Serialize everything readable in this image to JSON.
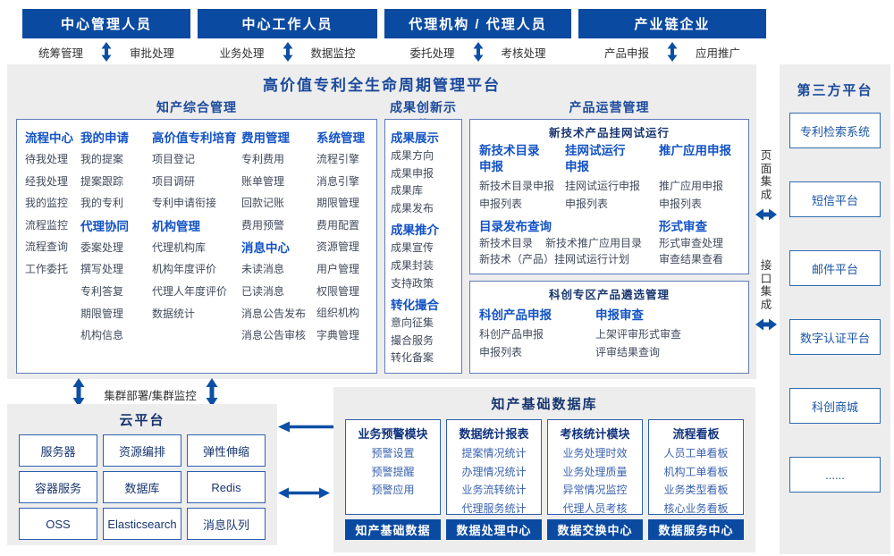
{
  "colors": {
    "bar": "#0a4aa1",
    "accent": "#1b4a9c",
    "bright": "#1353c5",
    "navy": "#17356f",
    "item": "#414b5c",
    "data_item": "#3a62af",
    "border": "#2e5fae",
    "box_border": "#5f7cbd",
    "panel": "#ededed",
    "arrow": "#0c4fa5"
  },
  "actors": [
    {
      "title": "中心管理人员",
      "left": "统筹管理",
      "right": "审批处理"
    },
    {
      "title": "中心工作人员",
      "left": "业务处理",
      "right": "数据监控"
    },
    {
      "title": "代理机构 / 代理人员",
      "left": "委托处理",
      "right": "考核处理"
    },
    {
      "title": "产业链企业",
      "left": "产品申报",
      "right": "应用推广"
    }
  ],
  "platform": {
    "title": "高价值专利全生命周期管理平台",
    "ip": {
      "label": "知产综合管理",
      "columns": [
        {
          "groups": [
            {
              "header": "流程中心",
              "items": [
                "待我处理",
                "经我处理",
                "我的监控",
                "流程监控",
                "流程查询",
                "工作委托"
              ]
            }
          ]
        },
        {
          "groups": [
            {
              "header": "我的申请",
              "items": [
                "我的提案",
                "提案跟踪",
                "我的专利"
              ]
            },
            {
              "header": "代理协同",
              "items": [
                "委案处理",
                "撰写处理",
                "专利答复",
                "期限管理",
                "机构信息"
              ]
            }
          ]
        },
        {
          "groups": [
            {
              "header": "高价值专利培育",
              "items": [
                "项目登记",
                "项目调研",
                "专利申请衔接"
              ]
            },
            {
              "header": "机构管理",
              "items": [
                "代理机构库",
                "机构年度评价",
                "代理人年度评价",
                "数据统计"
              ]
            }
          ]
        },
        {
          "groups": [
            {
              "header": "费用管理",
              "items": [
                "专利费用",
                "账单管理",
                "回款记账",
                "费用预警"
              ]
            },
            {
              "header": "消息中心",
              "items": [
                "未读消息",
                "已读消息",
                "消息公告发布",
                "消息公告审核"
              ]
            }
          ]
        },
        {
          "groups": [
            {
              "header": "系统管理",
              "items": [
                "流程引擎",
                "消息引擎",
                "期限管理",
                "费用配置",
                "资源管理",
                "用户管理",
                "权限管理",
                "组织机构",
                "字典管理"
              ]
            }
          ]
        }
      ]
    },
    "achievement": {
      "label": "成果创新示范",
      "groups": [
        {
          "header": "成果展示",
          "items": [
            "成果方向",
            "成果申报",
            "成果库",
            "成果发布"
          ]
        },
        {
          "header": "成果推介",
          "items": [
            "成果宣传",
            "成果封装",
            "支持政策"
          ]
        },
        {
          "header": "转化撮合",
          "items": [
            "意向征集",
            "撮合服务",
            "转化备案"
          ]
        }
      ]
    },
    "product": {
      "label": "产品运营管理",
      "online": {
        "title": "新技术产品挂网试运行",
        "columns": [
          {
            "header": "新技术目录申报",
            "items": [
              "新技术目录申报",
              "申报列表"
            ]
          },
          {
            "header": "挂网试运行申报",
            "items": [
              "挂网试运行申报",
              "申报列表"
            ]
          },
          {
            "header": "推广应用申报",
            "items": [
              "推广应用申报",
              "申报列表"
            ]
          }
        ],
        "catalog": {
          "header": "目录发布查询",
          "row1": [
            "新技术目录",
            "新技术推广应用目录"
          ],
          "row2": "新技术（产品）挂网试运行计划"
        },
        "formal": {
          "header": "形式审查",
          "items": [
            "形式审查处理",
            "审查结果查看"
          ]
        }
      },
      "sci": {
        "title": "科创专区产品遴选管理",
        "columns": [
          {
            "header": "科创产品申报",
            "items": [
              "科创产品申报",
              "申报列表"
            ]
          },
          {
            "header": "申报审查",
            "items": [
              "上架评审形式审查",
              "评审结果查询"
            ]
          }
        ]
      }
    }
  },
  "integration": {
    "page": "页面集成",
    "api": "接口集成"
  },
  "cluster": {
    "label": "集群部署/集群监控"
  },
  "cloud": {
    "title": "云平台",
    "boxes": [
      "服务器",
      "资源编排",
      "弹性伸缩",
      "容器服务",
      "数据库",
      "Redis",
      "OSS",
      "Elasticsearch",
      "消息队列"
    ]
  },
  "database": {
    "title": "知产基础数据库",
    "columns": [
      {
        "header": "业务预警模块",
        "items": [
          "预警设置",
          "预警提醒",
          "预警应用"
        ],
        "bar": "知产基础数据"
      },
      {
        "header": "数据统计报表",
        "items": [
          "提案情况统计",
          "办理情况统计",
          "业务流转统计",
          "代理服务统计"
        ],
        "bar": "数据处理中心"
      },
      {
        "header": "考核统计模块",
        "items": [
          "业务处理时效",
          "业务处理质量",
          "异常情况监控",
          "代理人员考核"
        ],
        "bar": "数据交换中心"
      },
      {
        "header": "流程看板",
        "items": [
          "人员工单看板",
          "机构工单看板",
          "业务类型看板",
          "核心业务看板"
        ],
        "bar": "数据服务中心"
      }
    ]
  },
  "third_party": {
    "title": "第三方平台",
    "boxes": [
      "专利检索系统",
      "短信平台",
      "邮件平台",
      "数字认证平台",
      "科创商城",
      "......"
    ]
  }
}
